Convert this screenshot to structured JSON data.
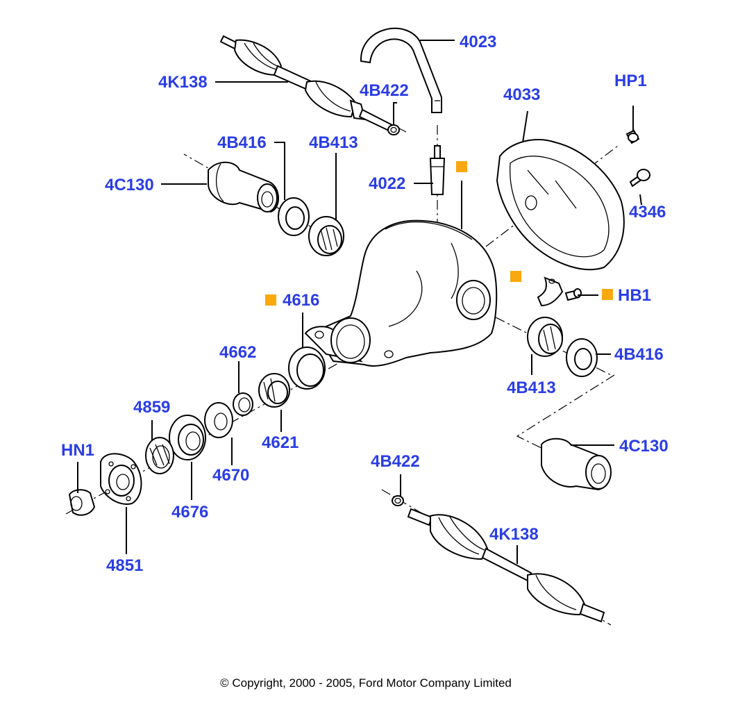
{
  "labels": {
    "l4023": "4023",
    "l4K138_top": "4K138",
    "l4B422_top": "4B422",
    "l4033": "4033",
    "lHP1": "HP1",
    "l4B416_left": "4B416",
    "l4B413_left": "4B413",
    "l4022": "4022",
    "l4C130_left": "4C130",
    "l4346": "4346",
    "lHB1": "HB1",
    "l4616": "4616",
    "l4662": "4662",
    "l4B416_right": "4B416",
    "l4B413_right": "4B413",
    "l4859": "4859",
    "l4621": "4621",
    "lHN1": "HN1",
    "l4670": "4670",
    "l4C130_right": "4C130",
    "l4676": "4676",
    "l4B422_bottom": "4B422",
    "l4K138_bottom": "4K138",
    "l4851": "4851"
  },
  "copyright": "© Copyright, 2000 - 2005, Ford Motor Company Limited",
  "colors": {
    "label": "#2a3de6",
    "marker": "#f9a80f",
    "line": "#000000"
  }
}
